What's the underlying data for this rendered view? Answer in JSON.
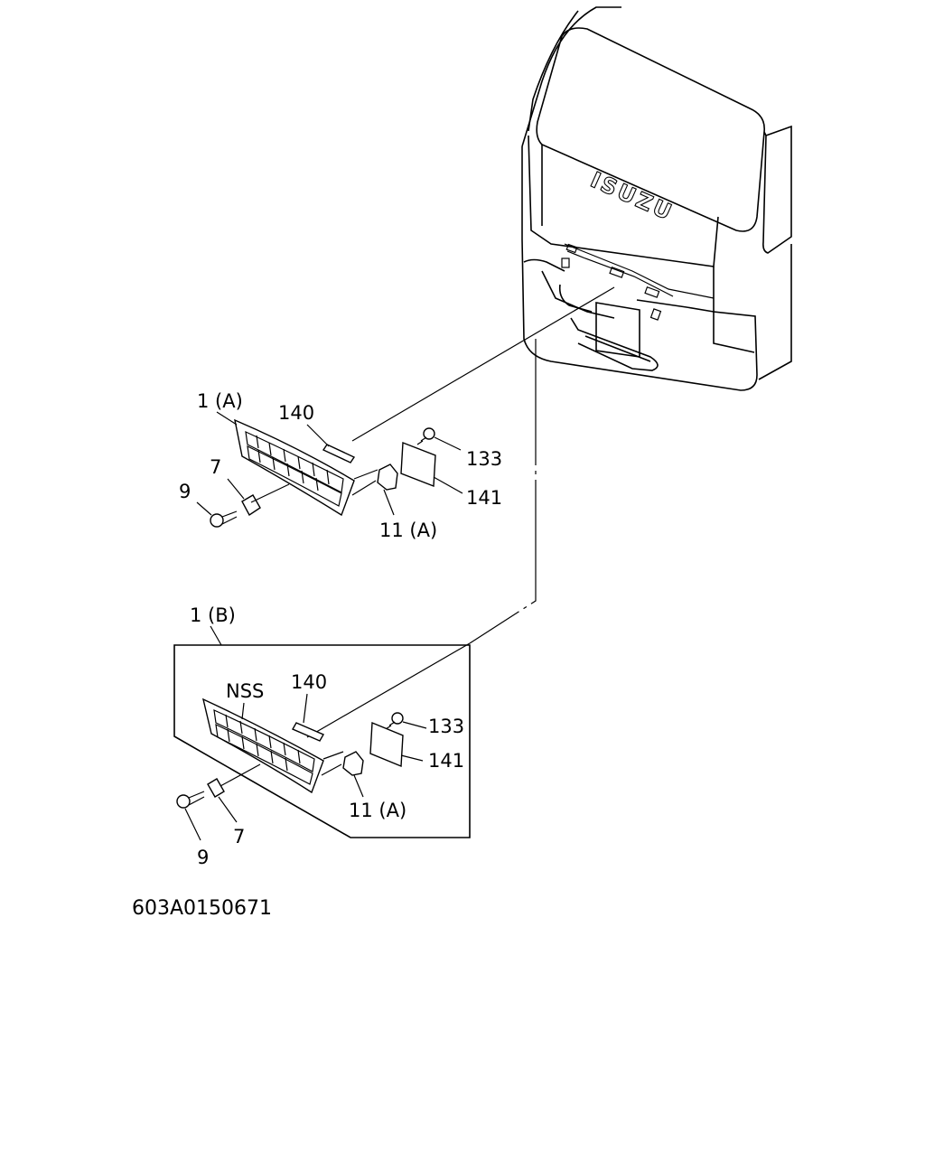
{
  "vehicle": {
    "brand_mark": "ISUZU"
  },
  "upper_assembly": {
    "group_label": "1 (A)",
    "callouts": {
      "seal": "140",
      "screw": "133",
      "pad": "141",
      "bracket": "11 (A)",
      "clip": "7",
      "bolt": "9"
    }
  },
  "lower_assembly": {
    "group_label": "1 (B)",
    "note": "NSS",
    "callouts": {
      "seal": "140",
      "screw": "133",
      "pad": "141",
      "bracket": "11 (A)",
      "clip": "7",
      "bolt": "9"
    }
  },
  "drawing_number": "603A0150671"
}
